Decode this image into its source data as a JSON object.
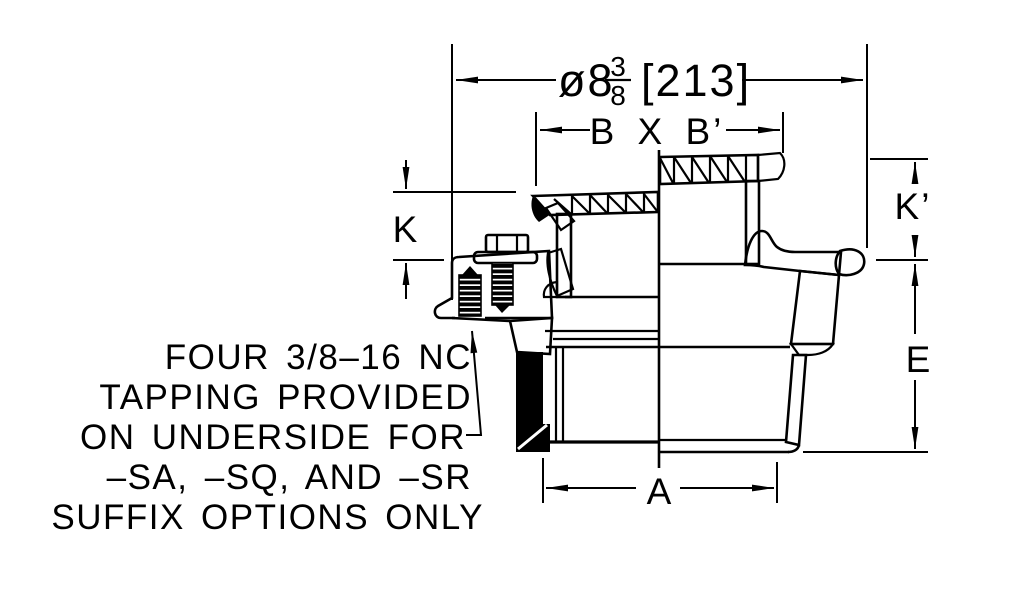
{
  "page": {
    "background": "#ffffff",
    "line_color": "#000000",
    "drawing_type": "floor-drain cross-section"
  },
  "dimensions": {
    "diameter_prefix": "ø8",
    "diameter_frac_num": "3",
    "diameter_frac_den": "8",
    "diameter_metric": "[213]",
    "grate_size": "B X B’",
    "k": "K",
    "k_prime": "K’",
    "e": "E",
    "a": "A"
  },
  "note": {
    "lines": [
      "FOUR 3/8–16 NC",
      "TAPPING PROVIDED",
      "ON UNDERSIDE FOR",
      "–SA, –SQ, AND –SR",
      "SUFFIX OPTIONS ONLY"
    ]
  }
}
